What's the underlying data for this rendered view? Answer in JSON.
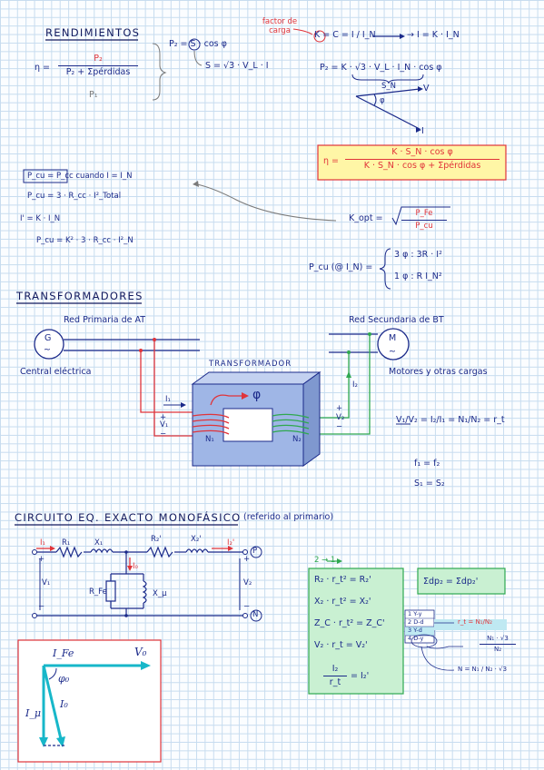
{
  "sections": {
    "rendimientos": "RENDIMIENTOS",
    "transformadores": "TRANSFORMADORES",
    "circuito": "CIRCUITO EQ. EXACTO MONOFÁSICO",
    "circuito_note": "(referido al primario)"
  },
  "rend": {
    "eta": "η =",
    "num": "P₂",
    "den": "P₂ + Σpérdidas",
    "below": "P₁",
    "p2_eq": "P₂ = S · cos φ",
    "s_eq": "S = √3 · V_L · I",
    "factor_label": "factor de carga",
    "k_eq": "K = C = I / I_N",
    "k_arrow": "→ I = K · I_N",
    "p2_full": "P₂ = K · √3 · V_L · I_N · cos φ",
    "sn": "S_N",
    "v": "V",
    "i": "I",
    "phi": "φ",
    "eta_big_lhs": "η =",
    "eta_big_num": "K · S_N · cos φ",
    "eta_big_den": "K · S_N · cos φ + Σpérdidas",
    "pcu_eq_pcc": "P_cu = P_cc  cuando  I = I_N",
    "pcu_1": "P_cu = 3 · R_cc · I²_Total",
    "iprime": "I' = K · I_N",
    "pcu_2": "P_cu = K² · 3 · R_cc · I²_N",
    "kopt": "K_opt =",
    "kopt_frac_num": "P_Fe",
    "kopt_frac_den": "P_cu",
    "pcu_in": "P_cu (@ I_N) =",
    "tri": "3 φ :  3R · I²",
    "mono": "1 φ :  R I_N²"
  },
  "trafo": {
    "red_primaria": "Red Primaria de AT",
    "red_secundaria": "Red Secundaria de BT",
    "gen": "G",
    "motor": "M",
    "central": "Central eléctrica",
    "motores": "Motores y otras cargas",
    "transformador": "TRANSFORMADOR",
    "phi": "φ",
    "i1": "I₁",
    "i2": "I₂",
    "v1": "V₁",
    "v2": "V₂",
    "n1": "N₁",
    "n2": "N₂",
    "plus": "+",
    "minus": "−",
    "ratio": "V₁/V₂ = I₂/I₁ = N₁/N₂ = r_t",
    "f_eq": "f₁ = f₂",
    "s_eq": "S₁ = S₂"
  },
  "circ": {
    "i1": "I₁",
    "r1": "R₁",
    "x1": "X₁",
    "r2p": "R₂'",
    "x2p": "X₂'",
    "i2p": "I₂'",
    "i0": "I₀",
    "rfe": "R_Fe",
    "xmu": "X_μ",
    "v1": "V₁",
    "v2": "V₂",
    "p": "P",
    "n": "N",
    "plus": "+",
    "minus": "−",
    "arrow_label": "2 → 1",
    "eq1": "R₂ · r_t² = R₂'",
    "eq2": "X₂ · r_t² = X₂'",
    "eq3": "Z_C · r_t² = Z_C'",
    "eq4": "V₂ · r_t = V₂'",
    "eq5_num": "I₂",
    "eq5_den": "r_t",
    "eq5_rhs": "= I₂'",
    "sum_eq": "Σdp₂ = Σdp₂'",
    "table_rows": [
      "1 Y-y",
      "2 D-d",
      "3 Y-d",
      "4 D-y"
    ],
    "rt_eq": "r_t = N₁/N₂",
    "n_eq_num": "N₁ · √3",
    "n_eq_den": "N₂",
    "n2_eq": "N = N₁ / N₂ · √3"
  },
  "phasor": {
    "ife": "I_Fe",
    "v0": "V₀",
    "phi0": "φ₀",
    "imu": "I_μ",
    "i0": "I₀"
  },
  "colors": {
    "ink": "#1b2a8a",
    "red": "#e0343a",
    "green": "#2fa84f",
    "yellow": "#fff6a6",
    "blue_core": "#9fb6e6",
    "cyan": "#17b7c9"
  }
}
